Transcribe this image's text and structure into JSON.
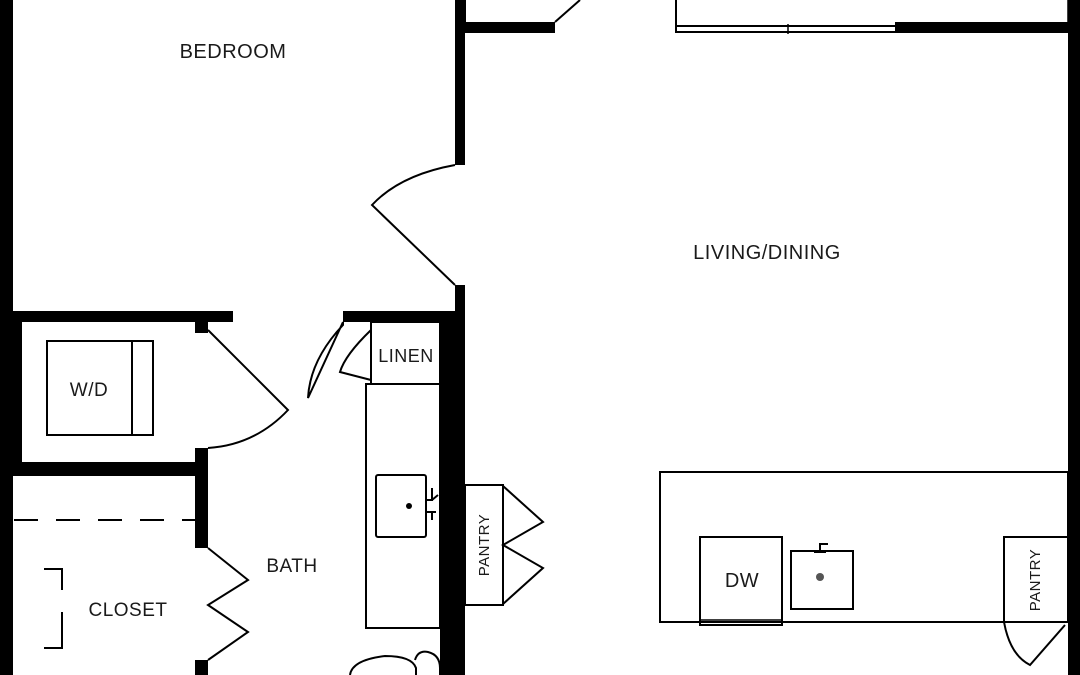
{
  "rooms": {
    "bedroom": "Bedroom",
    "living_dining": "LIVING/DINING",
    "wd": "W/D",
    "linen": "LINEN",
    "bath": "BATH",
    "closet": "CLOSET",
    "pantry_hall": "PANTRY",
    "dw": "DW",
    "pantry_kitchen": "PANTRY"
  },
  "colors": {
    "wall": "#000000",
    "background": "#ffffff",
    "text": "#1a1a1a"
  }
}
